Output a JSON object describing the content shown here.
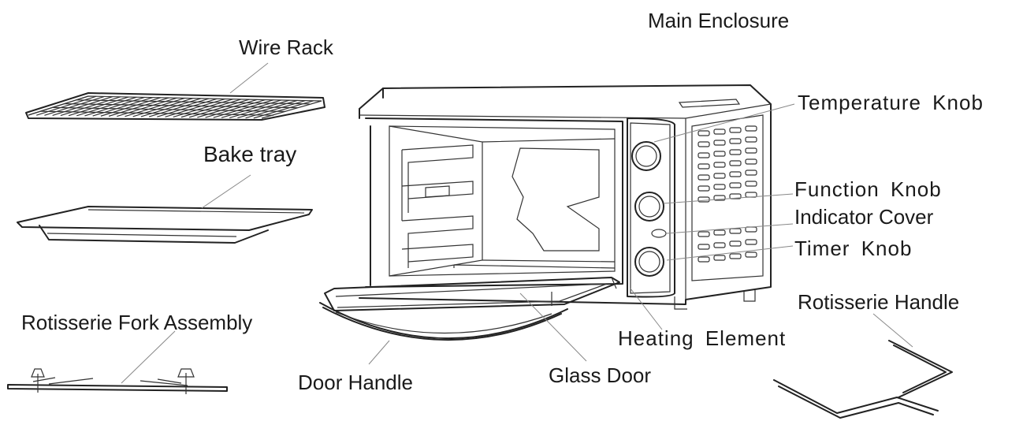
{
  "labels": {
    "main_enclosure": "Main Enclosure",
    "wire_rack": "Wire Rack",
    "bake_tray": "Bake tray",
    "temperature_knob": "Temperature Knob",
    "function_knob": "Function Knob",
    "indicator_cover": "Indicator Cover",
    "timer_knob": "Timer Knob",
    "rotisserie_handle": "Rotisserie Handle",
    "rotisserie_fork_assembly": "Rotisserie Fork Assembly",
    "heating_element": "Heating Element",
    "door_handle": "Door Handle",
    "glass_door": "Glass Door"
  }
}
